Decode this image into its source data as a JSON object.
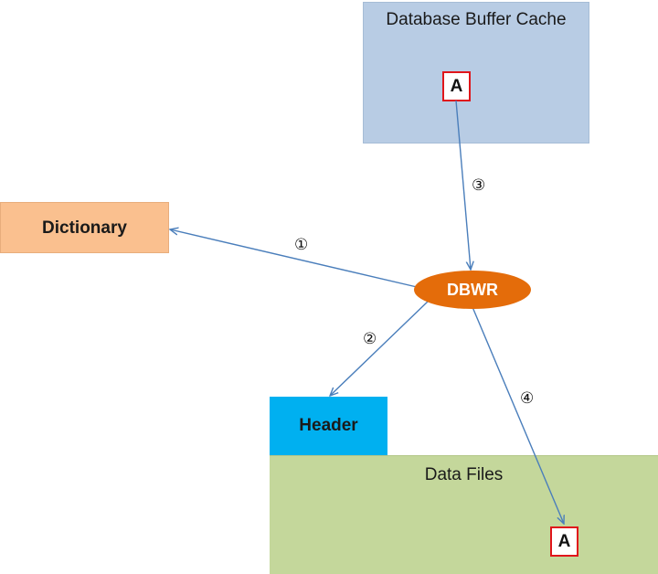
{
  "buffer_cache": {
    "title": "Database Buffer Cache",
    "block_label": "A"
  },
  "dictionary": {
    "label": "Dictionary"
  },
  "dbwr": {
    "label": "DBWR"
  },
  "header": {
    "label": "Header"
  },
  "data_files": {
    "title": "Data Files",
    "block_label": "A"
  },
  "steps": {
    "s1": "①",
    "s2": "②",
    "s3": "③",
    "s4": "④"
  },
  "colors": {
    "buffer_cache": "#b8cce4",
    "dictionary": "#fac08f",
    "dbwr": "#e46c0a",
    "header": "#00b0f0",
    "data_files": "#c4d79b",
    "block_border": "#e0151b",
    "arrow": "#4a7ebb"
  }
}
